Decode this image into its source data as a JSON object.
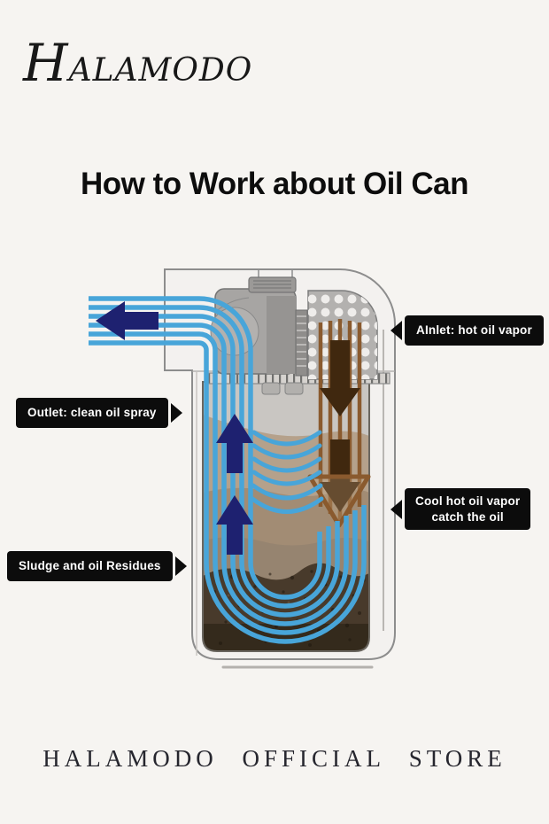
{
  "page": {
    "background_color": "#f6f4f1"
  },
  "header": {
    "brand_logo": "HALAMODO",
    "title": "How to Work about Oil Can"
  },
  "diagram": {
    "subject": "oil can cross-section with flow of oil vapor and clean oil spray",
    "callouts": {
      "inlet": {
        "text": "AInlet: hot oil vapor"
      },
      "outlet": {
        "text": "Outlet: clean oil spray"
      },
      "cool": {
        "line1": "Cool hot oil vapor",
        "line2": "catch the oil"
      },
      "sludge": {
        "text": "Sludge and oil Residues"
      }
    },
    "legend_colors": {
      "clean_oil_flow": "#48a5d9",
      "clean_oil_arrow": "#1e2170",
      "hot_vapor_lines": "#8a5a2e",
      "hot_vapor_arrow": "#40280f",
      "callout_background": "#0c0c0c",
      "callout_text": "#ffffff",
      "casing": "#f3f1ef",
      "sludge_fill": "#483a2b"
    }
  },
  "footer": {
    "store_name": "HALAMODO OFFICIAL STORE"
  }
}
